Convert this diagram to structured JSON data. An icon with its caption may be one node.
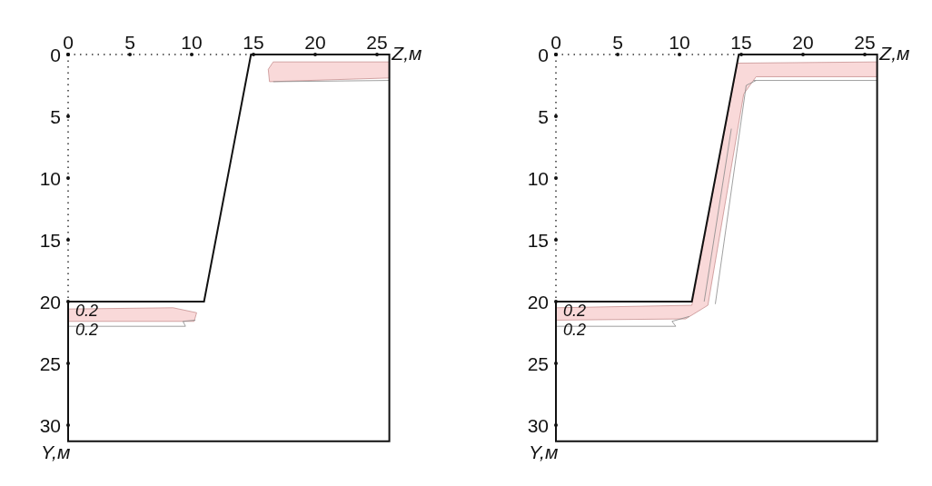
{
  "diagram": {
    "labels": [
      "0",
      "5",
      "10",
      "15",
      "20",
      "25",
      "0",
      "Z,м",
      "5",
      "10",
      "15",
      "20",
      "0.2",
      "0.2",
      "25",
      "30",
      "Y,м",
      "0",
      "5",
      "10",
      "15",
      "20",
      "25",
      "0",
      "Z,м",
      "5",
      "10",
      "15",
      "20",
      "0.2",
      "0.2",
      "25",
      "30",
      "Y,м"
    ]
  }
}
